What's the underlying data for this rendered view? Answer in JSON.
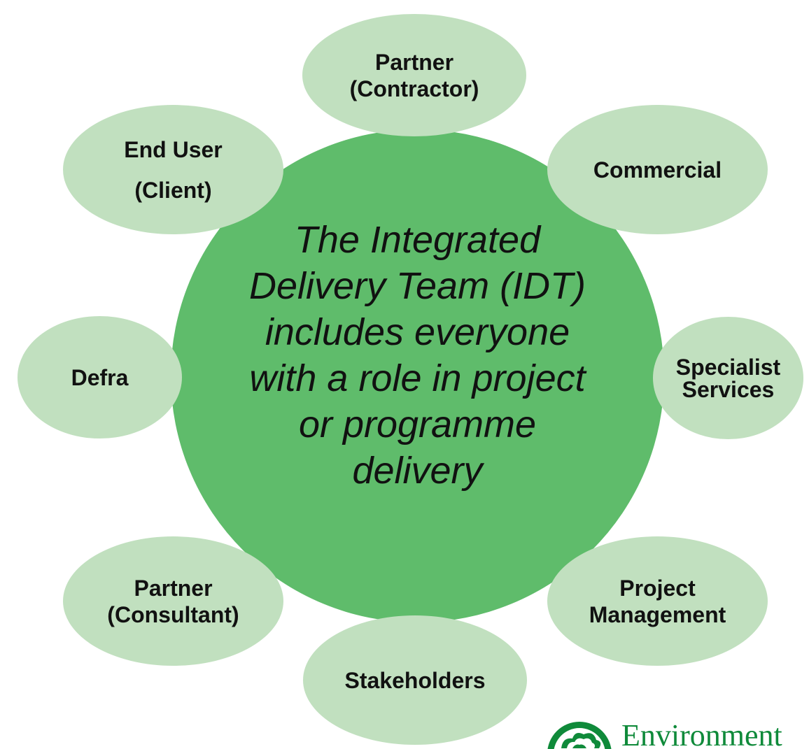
{
  "hub": {
    "text": "The Integrated\nDelivery Team (IDT)\nincludes everyone\nwith a role in project\nor programme\ndelivery"
  },
  "nodes": {
    "contractor": "Partner\n(Contractor)",
    "commercial": "Commercial",
    "specialist": "Specialist\nServices",
    "project_management": "Project\nManagement",
    "stakeholders": "Stakeholders",
    "consultant": "Partner\n(Consultant)",
    "defra": "Defra",
    "end_user": "End User\n(Client)"
  },
  "logo": {
    "icon": "environment-agency-logo-icon",
    "text": "Environment"
  },
  "colors": {
    "hub": "#5fbc6b",
    "node": "#c1e0bf",
    "logo": "#0f8a3a"
  }
}
